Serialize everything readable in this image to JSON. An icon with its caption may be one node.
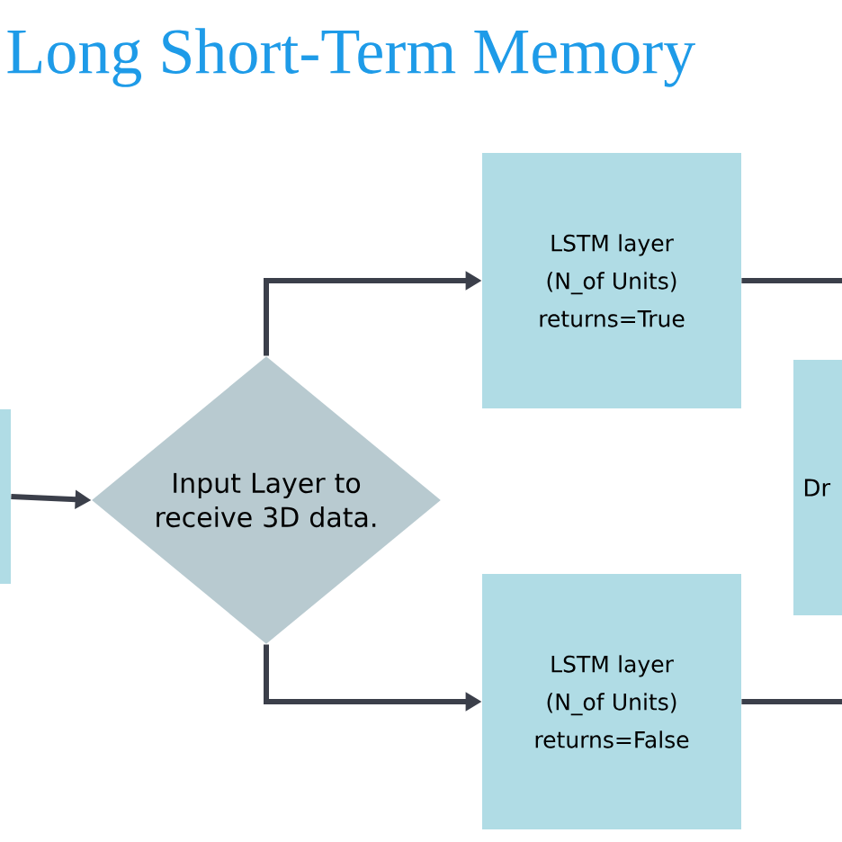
{
  "diagram": {
    "title": "Long Short-Term Memory",
    "nodes": [
      {
        "text": [],
        "shape": "box"
      },
      {
        "text": [
          "Input Layer to receive 3D data."
        ]
      },
      {
        "text": [
          "LSTM layer (N_of Units) returns=True"
        ]
      },
      {
        "text": [
          "LSTM layer (N_of Units) returns=False"
        ]
      },
      {
        "text": [
          "Dr"
        ]
      }
    ],
    "edges": [
      {
        "from": 0,
        "to": 1,
        "arrow": "to"
      },
      {
        "from": 1,
        "to": 2,
        "arrow": "to"
      },
      {
        "from": 1,
        "to": 3,
        "arrow": "to"
      },
      {
        "from": 2,
        "to": null,
        "arrow": "none"
      },
      {
        "from": 3,
        "to": null,
        "arrow": "none"
      }
    ]
  }
}
